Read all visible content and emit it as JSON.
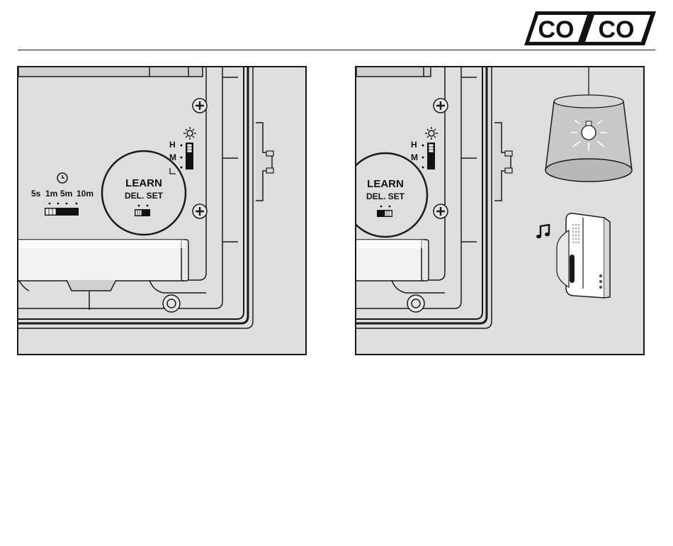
{
  "brand": {
    "word1": "CO",
    "word2": "CO"
  },
  "figure_left": {
    "brightness_switch": {
      "h_label": "H",
      "m_label": "M"
    },
    "timer_switch": {
      "labels": [
        "5s",
        "1m",
        "5m",
        "10m"
      ]
    },
    "learn_label": "LEARN",
    "del_set_label": "DEL. SET"
  },
  "figure_right": {
    "brightness_switch": {
      "h_label": "H",
      "m_label": "M"
    },
    "learn_label": "LEARN",
    "del_set_label": "DEL. SET",
    "icons": [
      "pendant-lamp-icon",
      "music-note-icon",
      "doorbell-receiver-icon"
    ]
  },
  "colors": {
    "panel_bg": "#dedede",
    "line": "#1a1a1a",
    "battery": "#f2f2f2"
  }
}
